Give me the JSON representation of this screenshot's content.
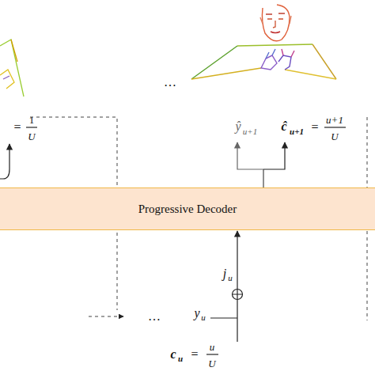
{
  "diagram": {
    "nodes": [
      {
        "text": [
          "Progressive Decoder"
        ]
      }
    ],
    "labels": [
      "=",
      "1",
      "U",
      "…",
      "ŷ",
      "u+1",
      "ĉ",
      "u+1",
      "=",
      "u+1",
      "U",
      "…",
      "y",
      "u",
      "j",
      "u",
      "c",
      "u",
      "=",
      "u",
      "U"
    ]
  }
}
